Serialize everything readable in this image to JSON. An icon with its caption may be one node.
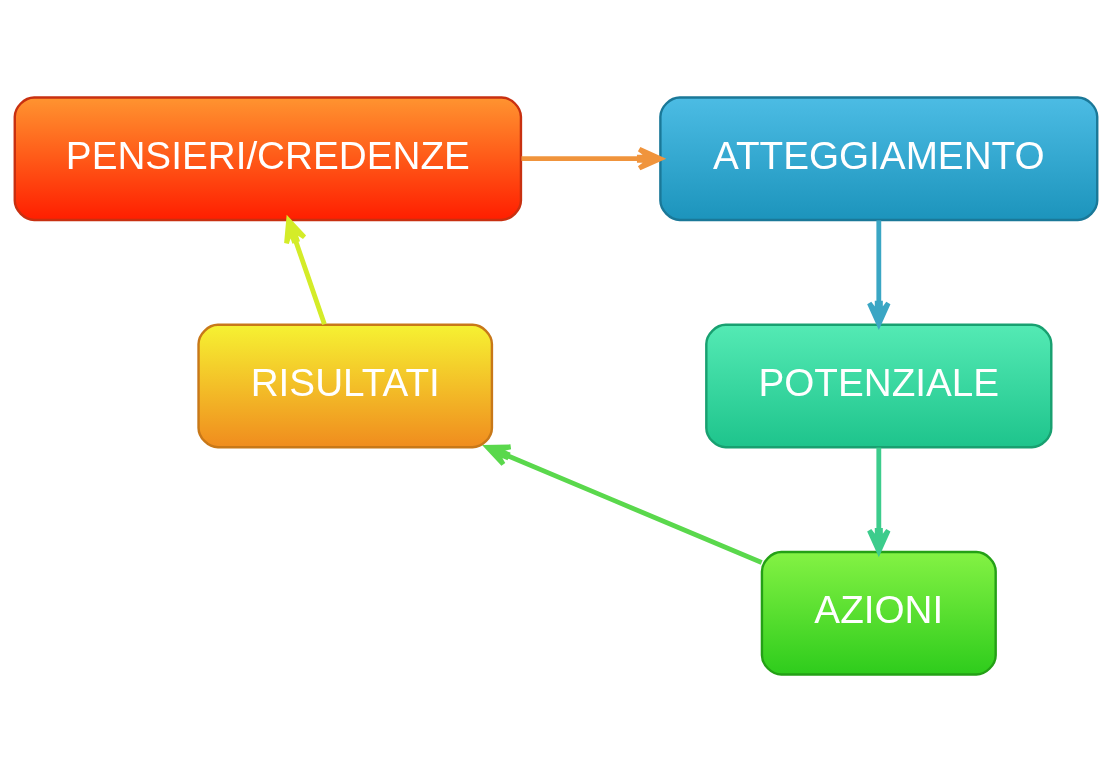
{
  "diagram": {
    "nodes": [
      {
        "text": [
          "PENSIERI/CREDENZE"
        ]
      },
      {
        "text": [
          "ATTEGGIAMENTO"
        ]
      },
      {
        "text": [
          "POTENZIALE"
        ]
      },
      {
        "text": [
          "AZIONI"
        ]
      },
      {
        "text": [
          "RISULTATI"
        ]
      }
    ],
    "edges": [
      {
        "from": 0,
        "to": 1,
        "arrow": "to",
        "color": "#f0943c"
      },
      {
        "from": 1,
        "to": 2,
        "arrow": "to",
        "color": "#3aa6c4"
      },
      {
        "from": 2,
        "to": 3,
        "arrow": "to",
        "color": "#3ccc8c"
      },
      {
        "from": 3,
        "to": 4,
        "arrow": "to",
        "color": "#5ad84c"
      },
      {
        "from": 4,
        "to": 0,
        "arrow": "to",
        "color": "#d4ec28"
      }
    ]
  }
}
